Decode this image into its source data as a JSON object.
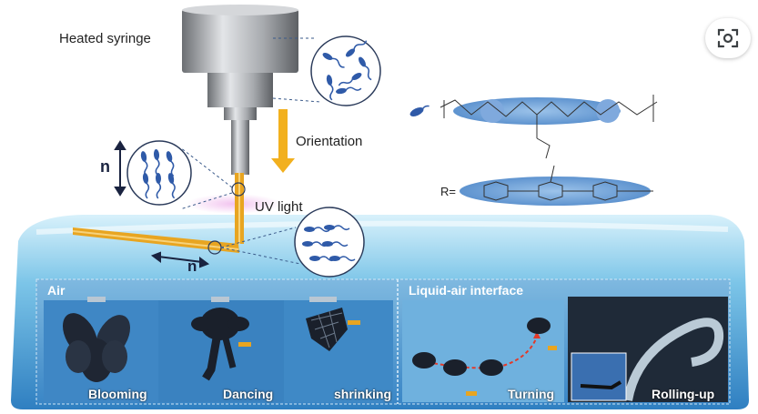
{
  "labels": {
    "syringe": "Heated syringe",
    "orientation": "Orientation",
    "uv_light": "UV light",
    "director_vertical": "n",
    "director_horizontal": "n",
    "r_group": "R="
  },
  "panels": {
    "air_title": "Air",
    "liquid_air_title": "Liquid-air interface",
    "captions": [
      "Blooming",
      "Dancing",
      "shrinking",
      "Turning",
      "Rolling-up"
    ]
  },
  "colors": {
    "water": "#3f93cf",
    "fiber": "#e8a521",
    "mesogen": "#2f5aa8",
    "uv_glow": "#e9b5e5",
    "arrow": "#f2b01e"
  },
  "icons": [
    "lens-icon",
    "syringe-icon",
    "down-arrow-icon",
    "mesogen-icon"
  ]
}
